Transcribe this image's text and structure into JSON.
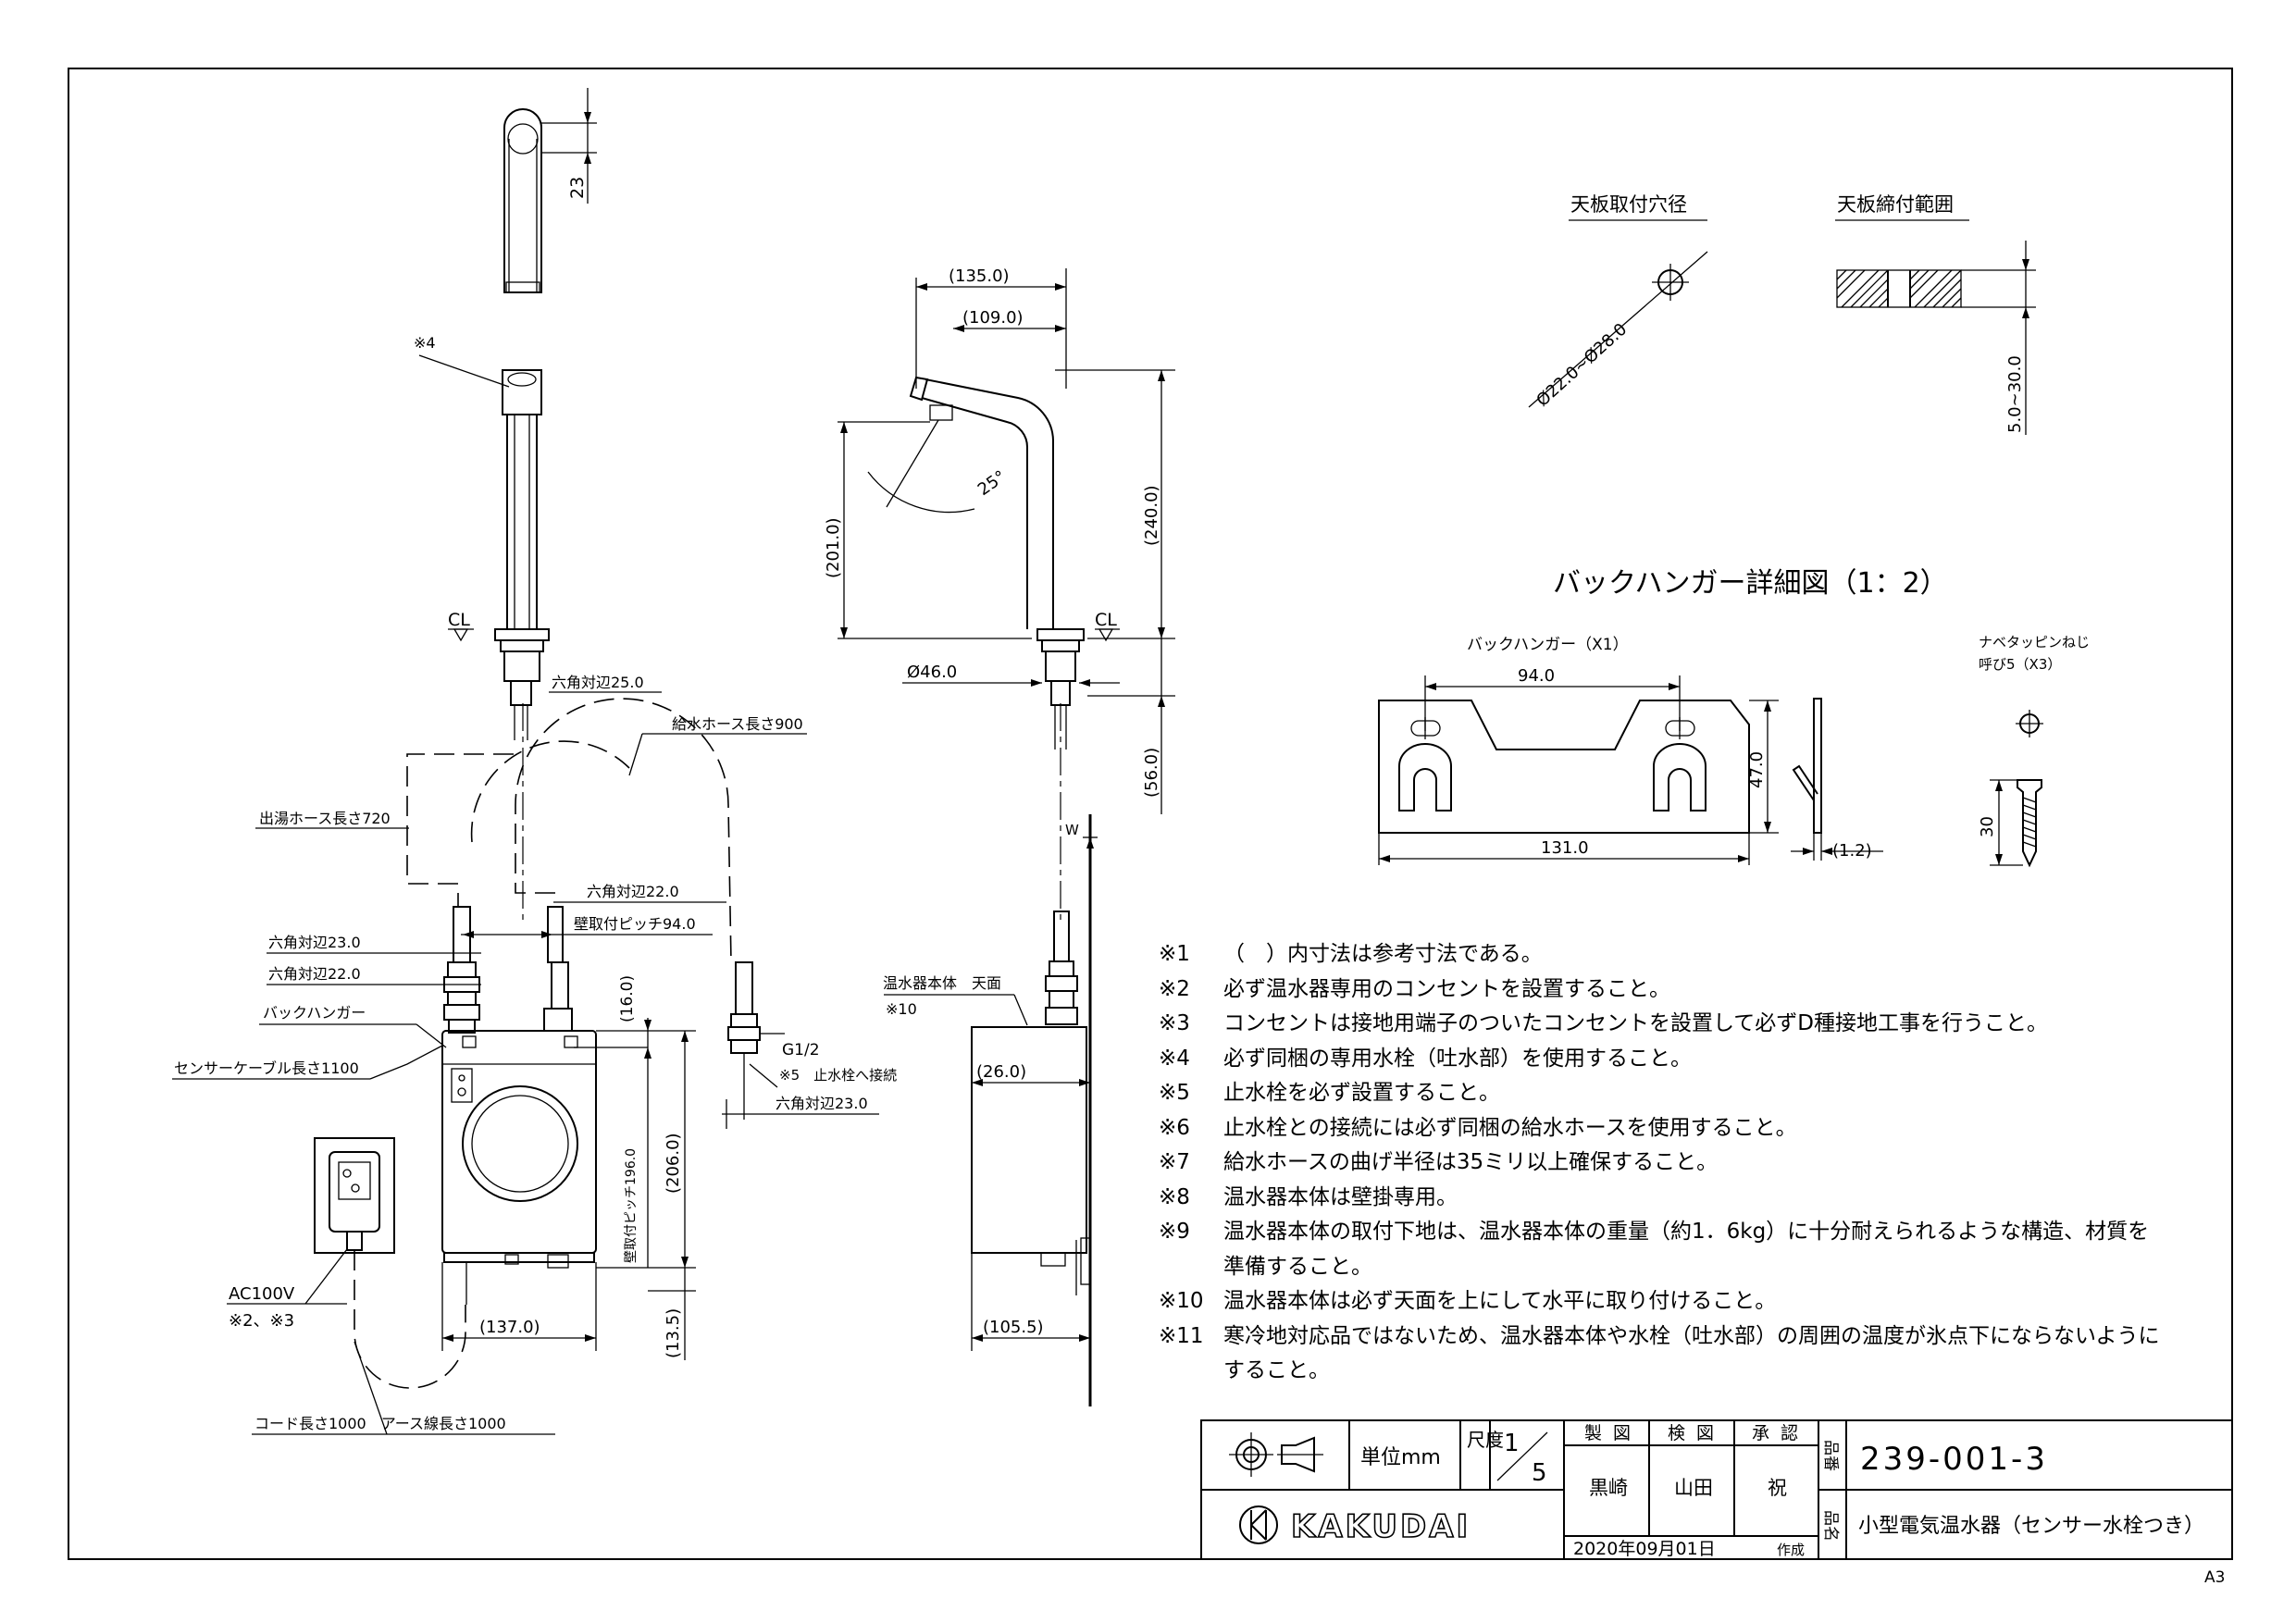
{
  "front_view": {
    "spout_dim": "23",
    "note4": "※4",
    "cl": "CL",
    "hex_25": "六角対辺25.0",
    "supply_hose": "給水ホース長さ900",
    "outlet_hose": "出湯ホース長さ720",
    "hex_22_right": "六角対辺22.0",
    "pitch_94": "壁取付ピッチ94.0",
    "hex_23_left": "六角対辺23.0",
    "hex_22_left": "六角対辺22.0",
    "back_hanger": "バックハンガー",
    "sensor_cable": "センサーケーブル長さ1100",
    "g12": "G1/2",
    "note5": "※5　止水栓へ接続",
    "hex_23_right": "六角対辺23.0",
    "dim_16": "(16.0)",
    "pitch_196": "壁取付ピッチ196.0",
    "dim_206": "(206.0)",
    "dim_13_5": "(13.5)",
    "dim_137": "(137.0)",
    "ac100v": "AC100V",
    "note23": "※2、※3",
    "cord": "コード長さ1000　アース線長さ1000"
  },
  "side_view": {
    "dim_135": "(135.0)",
    "dim_109": "(109.0)",
    "angle_25": "25°",
    "dim_201": "(201.0)",
    "dim_240": "(240.0)",
    "cl": "CL",
    "dia_46": "Ø46.0",
    "dim_56": "(56.0)",
    "wall": "W",
    "heater_top": "温水器本体　天面",
    "note10": "※10",
    "dim_26": "(26.0)",
    "dim_105_5": "(105.5)"
  },
  "detail": {
    "hole_title": "天板取付穴径",
    "hole_dia": "Ø22.0~Ø28.0",
    "clamp_title": "天板締付範囲",
    "clamp_range": "5.0~30.0",
    "hanger_title": "バックハンガー詳細図（1：2）",
    "hanger_label": "バックハンガー（X1）",
    "dim_94": "94.0",
    "dim_47": "47.0",
    "dim_131": "131.0",
    "dim_1_2": "(1.2)",
    "screw_label_1": "ナベタッピンねじ",
    "screw_label_2": "呼び5（X3）",
    "screw_len": "30"
  },
  "notes": [
    {
      "id": "※1",
      "text": "（　）内寸法は参考寸法である。"
    },
    {
      "id": "※2",
      "text": "必ず温水器専用のコンセントを設置すること。"
    },
    {
      "id": "※3",
      "text": "コンセントは接地用端子のついたコンセントを設置して必ずD種接地工事を行うこと。"
    },
    {
      "id": "※4",
      "text": "必ず同梱の専用水栓（吐水部）を使用すること。"
    },
    {
      "id": "※5",
      "text": "止水栓を必ず設置すること。"
    },
    {
      "id": "※6",
      "text": "止水栓との接続には必ず同梱の給水ホースを使用すること。"
    },
    {
      "id": "※7",
      "text": "給水ホースの曲げ半径は35ミリ以上確保すること。"
    },
    {
      "id": "※8",
      "text": "温水器本体は壁掛専用。"
    },
    {
      "id": "※9",
      "text": "温水器本体の取付下地は、温水器本体の重量（約1．6kg）に十分耐えられるような構造、材質を"
    },
    {
      "id": "",
      "text": "準備すること。"
    },
    {
      "id": "※10",
      "text": "温水器本体は必ず天面を上にして水平に取り付けること。"
    },
    {
      "id": "※11",
      "text": "寒冷地対応品ではないため、温水器本体や水栓（吐水部）の周囲の温度が氷点下にならないように"
    },
    {
      "id": "",
      "text": "すること。"
    }
  ],
  "title_block": {
    "unit_label": "単位mm",
    "scale_label": "尺度",
    "scale_num": "1",
    "scale_den": "5",
    "drawn_label": "製図",
    "checked_label": "検図",
    "approved_label": "承認",
    "drawn_by": "黒崎",
    "checked_by": "山田",
    "approved_by": "祝",
    "date": "2020年09月01日",
    "date_suffix": "作成",
    "part_no_label": "品番",
    "part_no": "239-001-3",
    "name_label": "品名",
    "name": "小型電気温水器（センサー水栓つき）",
    "brand": "KAKUDAI"
  },
  "sheet_size": "A3"
}
